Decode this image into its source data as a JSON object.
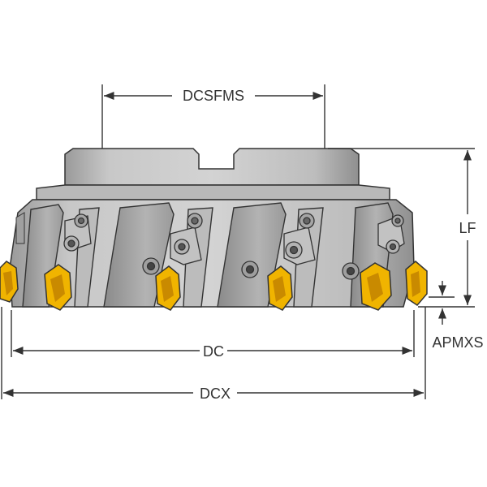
{
  "diagram": {
    "subject": "Face milling cutter with indexable inserts",
    "dimensions": {
      "dcsfms": "DCSFMS",
      "lf": "LF",
      "dc": "DC",
      "dcx": "DCX",
      "apmxs": "APMXS"
    }
  },
  "colors": {
    "body_light": "#c9c9c9",
    "body_mid": "#a9a9a9",
    "body_dark": "#7f7f7f",
    "outline": "#333333",
    "insert_yellow": "#f0b400",
    "insert_dark": "#c98a00",
    "dimension_line": "#333333"
  }
}
